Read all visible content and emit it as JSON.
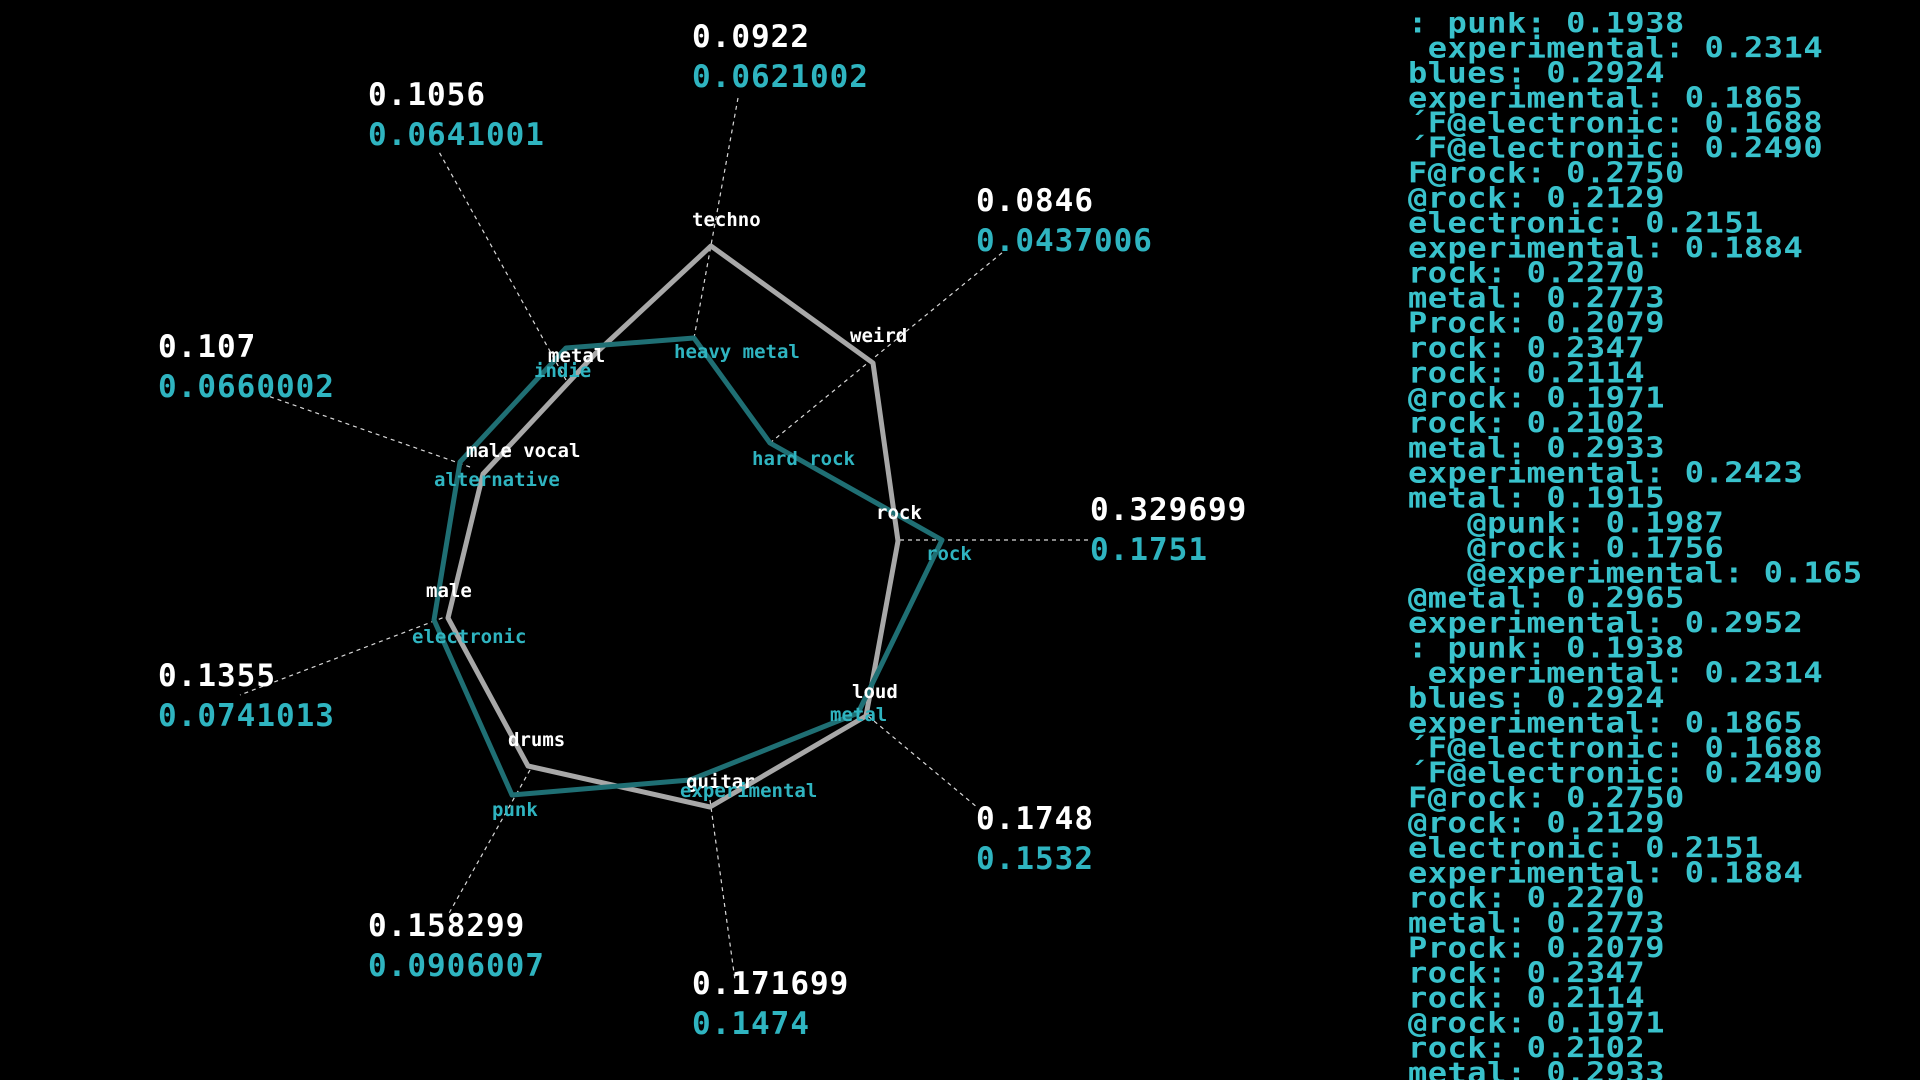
{
  "colors": {
    "white_series": "#a8a8a8",
    "teal_series": "#1f6f74",
    "text_teal": "#2fb4c0",
    "background": "#000000"
  },
  "radar": {
    "white_labels": [
      "techno",
      "weird",
      "rock",
      "loud",
      "guitar",
      "drums",
      "male",
      "male vocal",
      "metal"
    ],
    "teal_labels": [
      "heavy metal",
      "hard rock",
      "rock",
      "metal",
      "experimental",
      "punk",
      "electronic",
      "alternative",
      "indie"
    ],
    "white_values": [
      "0.0922",
      "0.0846",
      "0.329699",
      "0.1748",
      "0.171699",
      "0.158299",
      "0.1355",
      "0.107",
      "0.1056"
    ],
    "teal_values": [
      "0.0621002",
      "0.0437006",
      "0.1751",
      "0.1532",
      "0.1474",
      "0.0906007",
      "0.0741013",
      "0.0660002",
      "0.0641001"
    ]
  },
  "log_lines": [
    ": punk: 0.1938",
    " experimental: 0.2314",
    "blues: 0.2924",
    "experimental: 0.1865",
    "´F@electronic: 0.1688",
    "´F@electronic: 0.2490",
    "F@rock: 0.2750",
    "@rock: 0.2129",
    "electronic: 0.2151",
    "experimental: 0.1884",
    "rock: 0.2270",
    "metal: 0.2773",
    "Prock: 0.2079",
    "rock: 0.2347",
    "rock: 0.2114",
    "@rock: 0.1971",
    "rock: 0.2102",
    "metal: 0.2933",
    "experimental: 0.2423",
    "metal: 0.1915",
    "   @punk: 0.1987",
    "   @rock: 0.1756",
    "   @experimental: 0.165",
    "@metal: 0.2965",
    "experimental: 0.2952",
    ": punk: 0.1938",
    " experimental: 0.2314",
    "blues: 0.2924",
    "experimental: 0.1865",
    "´F@electronic: 0.1688",
    "´F@electronic: 0.2490",
    "F@rock: 0.2750",
    "@rock: 0.2129",
    "electronic: 0.2151",
    "experimental: 0.1884",
    "rock: 0.2270",
    "metal: 0.2773",
    "Prock: 0.2079",
    "rock: 0.2347",
    "rock: 0.2114",
    "@rock: 0.1971",
    "rock: 0.2102",
    "metal: 0.2933"
  ]
}
